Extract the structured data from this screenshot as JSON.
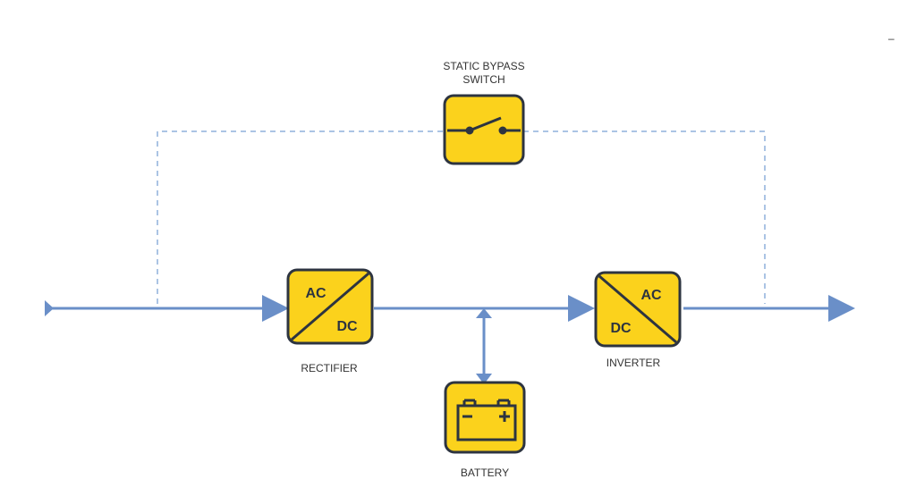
{
  "labels": {
    "bypass_line1": "STATIC BYPASS",
    "bypass_line2": "SWITCH",
    "rectifier": "RECTIFIER",
    "inverter": "INVERTER",
    "battery": "BATTERY",
    "rectifier_top": "AC",
    "rectifier_bottom": "DC",
    "inverter_top": "AC",
    "inverter_bottom": "DC",
    "corner_mark": "–"
  },
  "colors": {
    "line": "#6a8fc8",
    "block_fill": "#fbd21c",
    "block_stroke": "#2d3440",
    "text": "#333333"
  },
  "icons": {
    "bypass": "switch-icon",
    "battery": "battery-icon"
  }
}
